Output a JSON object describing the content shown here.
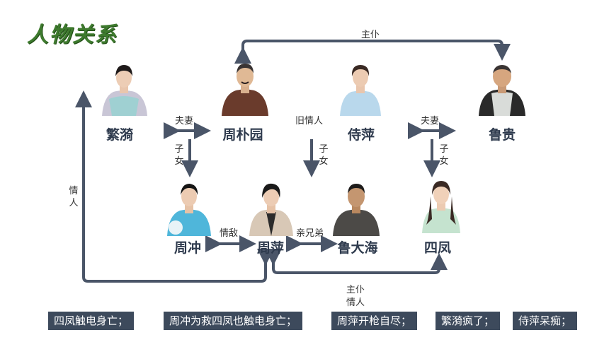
{
  "title": "人物关系",
  "people": {
    "fanyi": "繁漪",
    "zhou_puyuan": "周朴园",
    "shiping": "侍萍",
    "lugui": "鲁贵",
    "zhou_chong": "周冲",
    "zhou_ping": "周萍",
    "lu_dahai": "鲁大海",
    "sifeng": "四凤"
  },
  "relations": {
    "master_servant_top": "主仆",
    "husband_wife_left": "夫妻",
    "old_lover": "旧情人",
    "husband_wife_right": "夫妻",
    "children_left": "子女",
    "children_mid": "子女",
    "children_right": "子女",
    "lovers_left": "情人",
    "rivals": "情敌",
    "half_brothers": "亲兄弟",
    "bottom_master_servant": "主仆",
    "bottom_lovers": "情人"
  },
  "outcomes": [
    "四凤触电身亡；",
    "周冲为救四凤也触电身亡；",
    "周萍开枪自尽；",
    "繁漪疯了；",
    "侍萍呆痴；"
  ],
  "colors": {
    "arrow": "#4a5568",
    "footer_bg": "#3d4a5c",
    "title": "#3e7a2e"
  }
}
